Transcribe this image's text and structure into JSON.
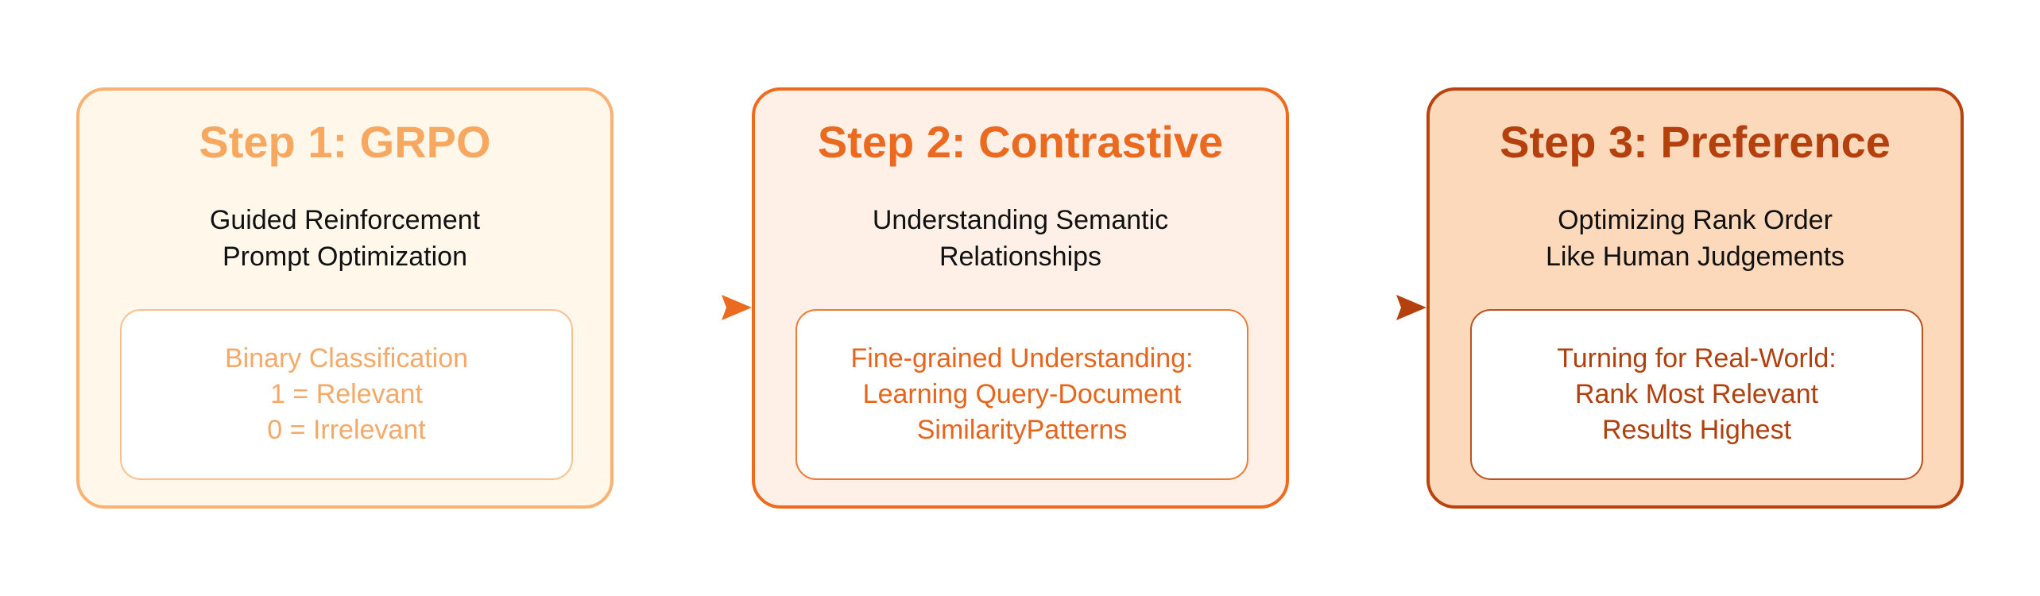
{
  "diagram": {
    "steps": [
      {
        "title": "Step 1: GRPO",
        "subtitle": [
          "Guided Reinforcement",
          "Prompt Optimization"
        ],
        "details": [
          "Binary Classification",
          "1 = Relevant",
          "0 = Irrelevant"
        ]
      },
      {
        "title": "Step 2: Contrastive",
        "subtitle": [
          "Understanding Semantic",
          "Relationships"
        ],
        "details": [
          "Fine-grained Understanding:",
          "Learning Query-Document",
          "SimilarityPatterns"
        ]
      },
      {
        "title": "Step 3: Preference",
        "subtitle": [
          "Optimizing Rank Order",
          "Like Human Judgements"
        ],
        "details": [
          "Turning for Real-World:",
          "Rank Most Relevant",
          "Results Highest"
        ]
      }
    ],
    "colors": {
      "step1_accent": "#f7a860",
      "step2_accent": "#ea6a1f",
      "step3_accent": "#b4400d"
    },
    "connectors": [
      {
        "from": "step-1",
        "to": "step-2"
      },
      {
        "from": "step-2",
        "to": "step-3"
      }
    ]
  }
}
